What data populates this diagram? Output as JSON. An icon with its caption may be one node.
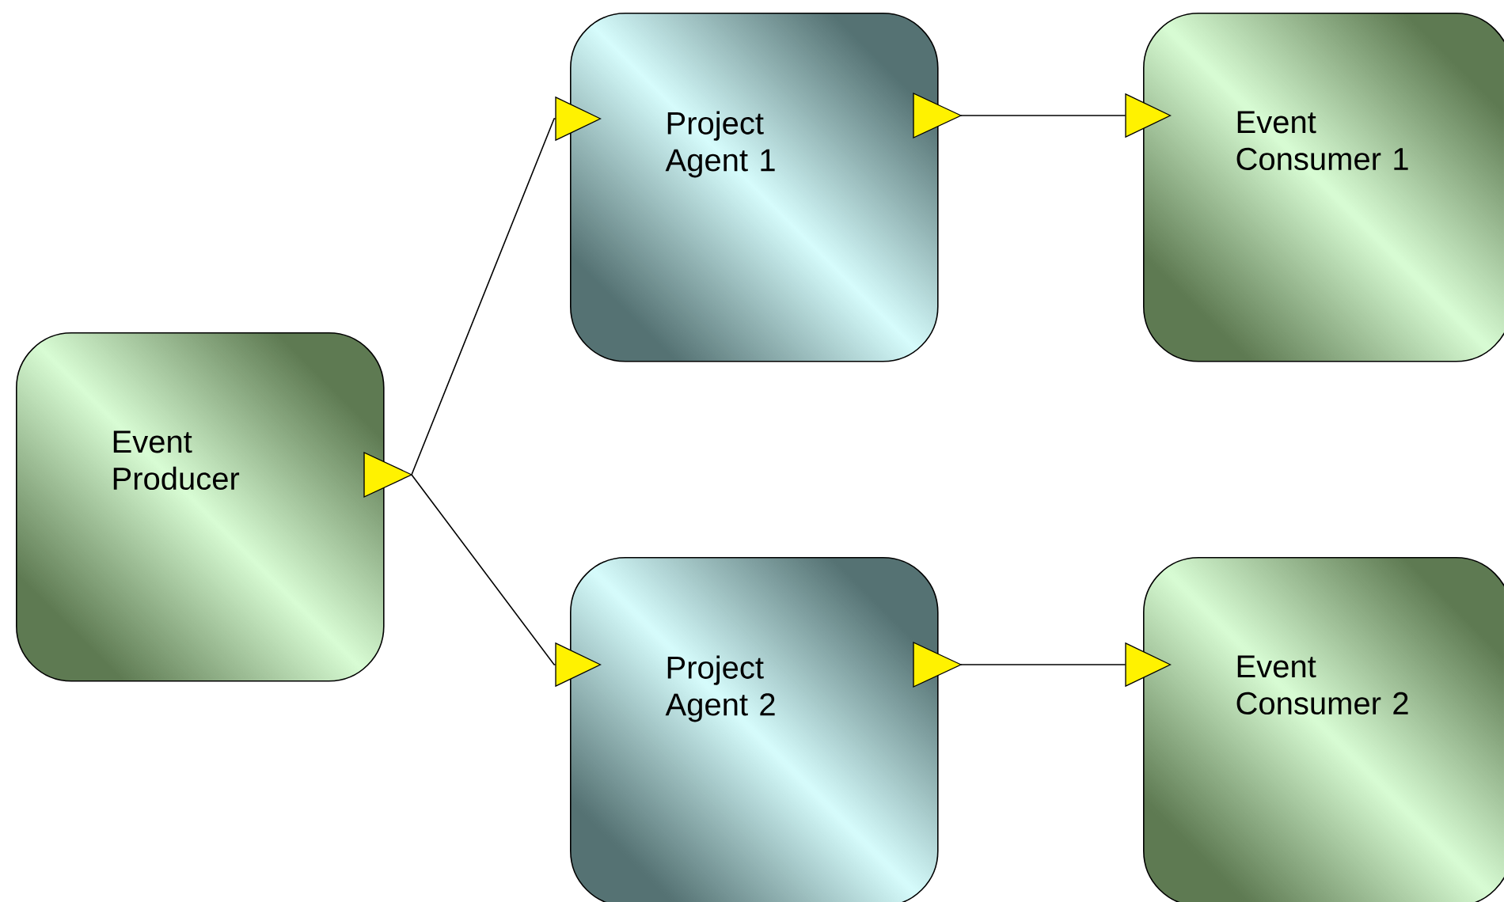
{
  "diagram": {
    "nodes": [
      {
        "text": [
          "Event Producer"
        ]
      },
      {
        "text": [
          "Project Agent 1"
        ]
      },
      {
        "text": [
          "Event Consumer 1"
        ]
      },
      {
        "text": [
          "Project Agent 2"
        ]
      },
      {
        "text": [
          "Event Consumer 2"
        ]
      }
    ],
    "edges": [
      {
        "from": 0,
        "to": 1,
        "arrow": "to"
      },
      {
        "from": 0,
        "to": 3,
        "arrow": "to"
      },
      {
        "from": 1,
        "to": 2,
        "arrow": "to"
      },
      {
        "from": 3,
        "to": 4,
        "arrow": "to"
      }
    ]
  }
}
